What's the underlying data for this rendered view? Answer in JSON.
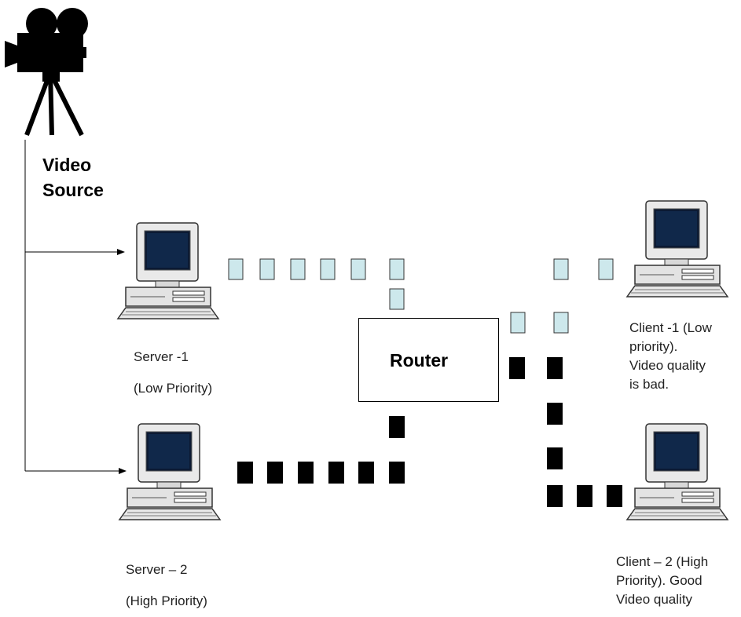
{
  "video_source": {
    "line1": "Video",
    "line2": "Source"
  },
  "router": {
    "label": "Router"
  },
  "server1": {
    "name": "Server -1",
    "priority": "(Low Priority)"
  },
  "server2": {
    "name": "Server – 2",
    "priority": "(High Priority)"
  },
  "client1": {
    "lines": [
      "Client -1 (Low",
      "priority).",
      "Video quality",
      "is bad."
    ]
  },
  "client2": {
    "lines": [
      "Client – 2 (High",
      "Priority). Good",
      "Video quality"
    ]
  },
  "icons": {
    "camera": "film-camera-icon",
    "computer": "desktop-computer-icon"
  },
  "colors": {
    "low_priority_packet": "#cde8ec",
    "high_priority_packet": "#000000",
    "line": "#000000"
  }
}
